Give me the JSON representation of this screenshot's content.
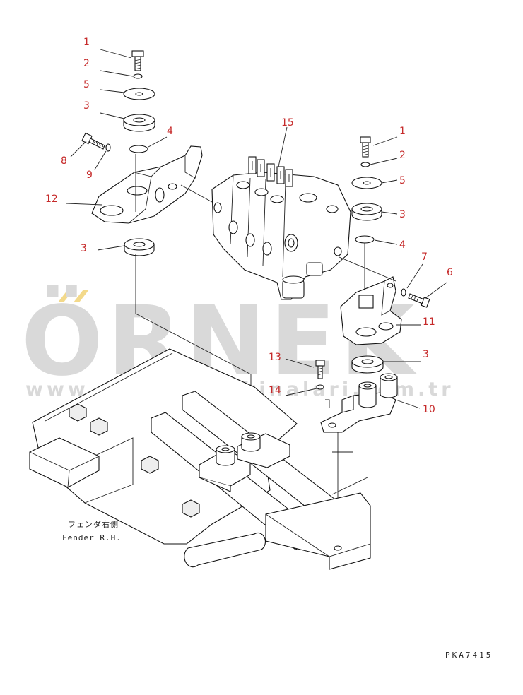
{
  "watermark": {
    "brand": "ÖRNEK",
    "url": "www.ornekismakinalari.com.tr",
    "color": "#d9d9d9",
    "accent": "#f3d98a"
  },
  "labels": {
    "fender_jp": "フェンダ右側",
    "fender_en": "Fender R.H.",
    "drawing_code": "PKA7415"
  },
  "callout_color": "#c62a2a",
  "callouts": [
    {
      "id": "c1a",
      "text": "1"
    },
    {
      "id": "c2a",
      "text": "2"
    },
    {
      "id": "c5a",
      "text": "5"
    },
    {
      "id": "c3a",
      "text": "3"
    },
    {
      "id": "c4a",
      "text": "4"
    },
    {
      "id": "c8",
      "text": "8"
    },
    {
      "id": "c9",
      "text": "9"
    },
    {
      "id": "c12",
      "text": "12"
    },
    {
      "id": "c3b",
      "text": "3"
    },
    {
      "id": "c15",
      "text": "15"
    },
    {
      "id": "c1b",
      "text": "1"
    },
    {
      "id": "c2b",
      "text": "2"
    },
    {
      "id": "c5b",
      "text": "5"
    },
    {
      "id": "c3c",
      "text": "3"
    },
    {
      "id": "c4b",
      "text": "4"
    },
    {
      "id": "c7",
      "text": "7"
    },
    {
      "id": "c6",
      "text": "6"
    },
    {
      "id": "c11",
      "text": "11"
    },
    {
      "id": "c3d",
      "text": "3"
    },
    {
      "id": "c13",
      "text": "13"
    },
    {
      "id": "c14",
      "text": "14"
    },
    {
      "id": "c10",
      "text": "10"
    }
  ]
}
